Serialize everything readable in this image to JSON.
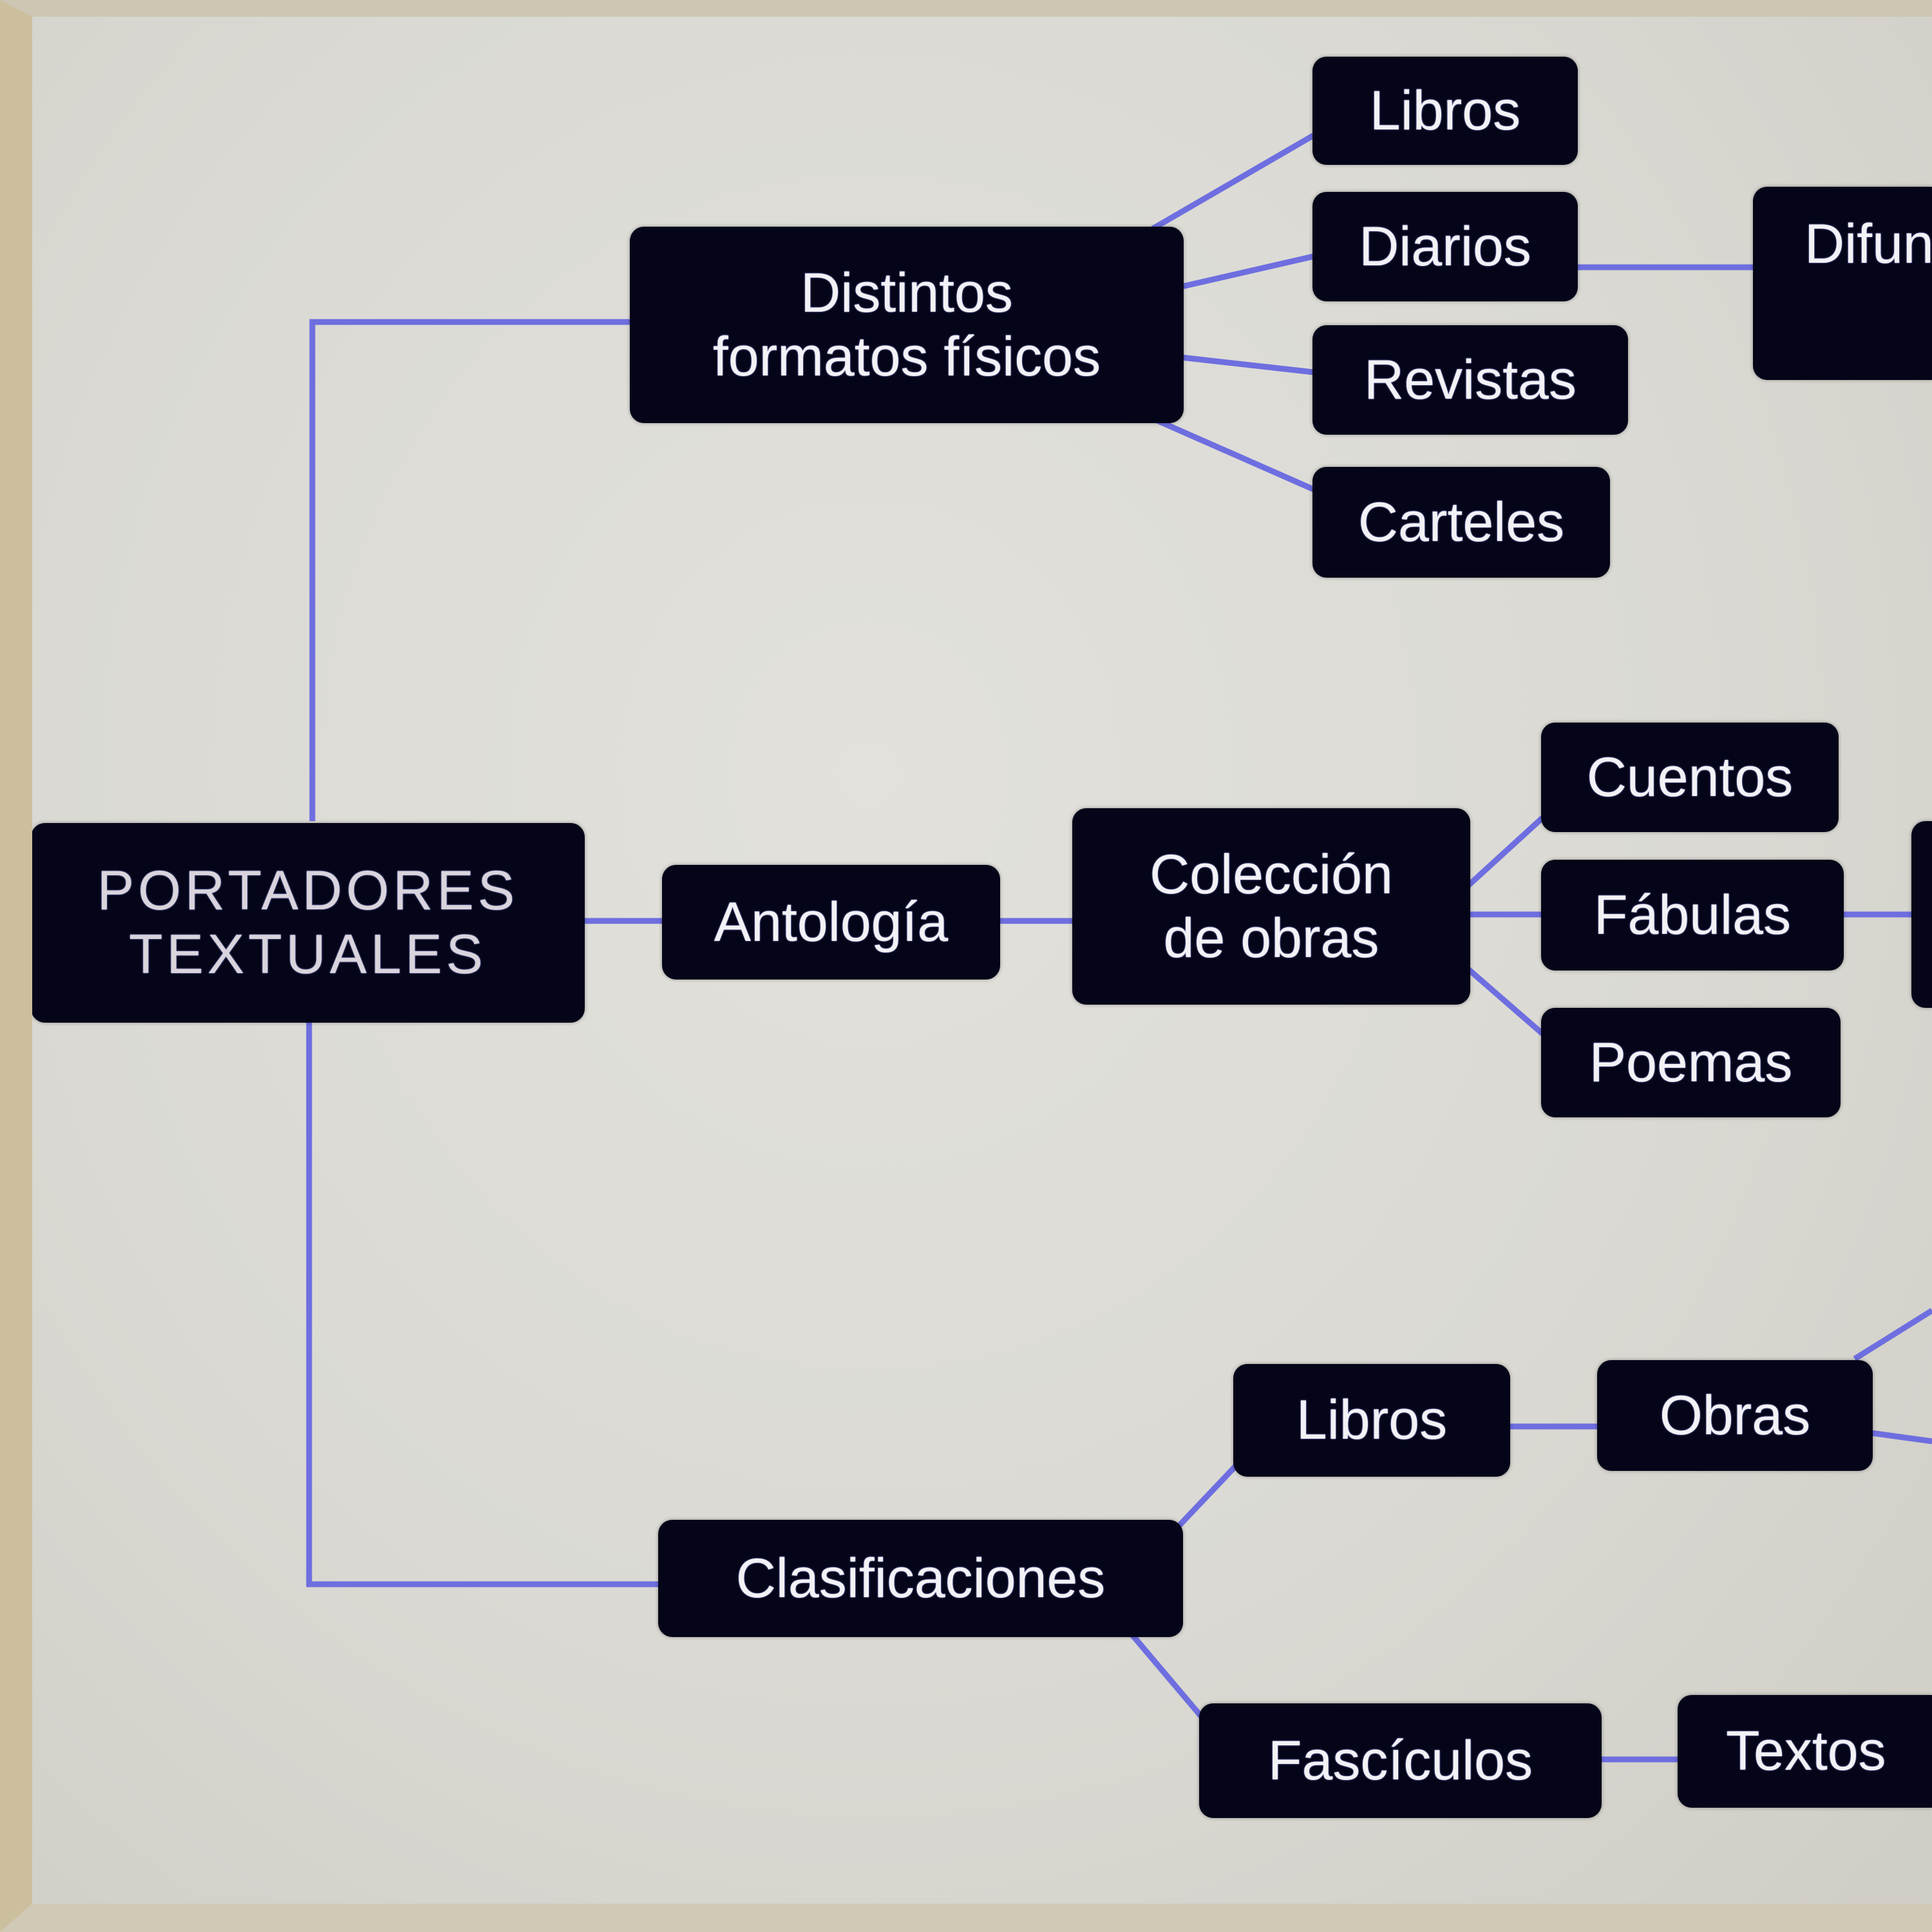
{
  "diagram": {
    "root": "PORTADORES\nTEXTUALES",
    "nodes": {
      "distintos": "Distintos\nformatos físicos",
      "libros_top": "Libros",
      "diarios": "Diarios",
      "revistas": "Revistas",
      "carteles": "Carteles",
      "difun_partial": "Difun",
      "antologia": "Antología",
      "coleccion": "Colección\nde obras",
      "cuentos": "Cuentos",
      "fabulas": "Fábulas",
      "poemas": "Poemas",
      "clasificaciones": "Clasificaciones",
      "libros_bottom": "Libros",
      "obras": "Obras",
      "fasciculos": "Fascículos",
      "textos": "Textos"
    },
    "colors": {
      "node_fill": "#050519",
      "node_text": "#f2f2f6",
      "connector": "#6e6ee0",
      "background": "#dad9d3"
    }
  }
}
